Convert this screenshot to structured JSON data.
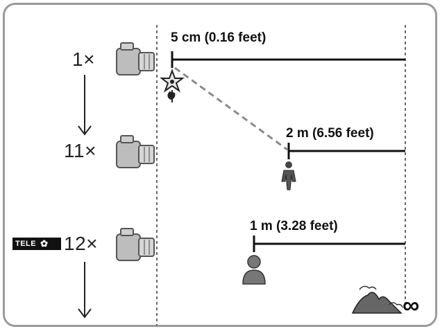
{
  "zoom_levels": {
    "z1": "1×",
    "z11": "11×",
    "z12": "12×"
  },
  "tele_badge": {
    "text": "TELE",
    "icon": "tele-macro-flower-icon"
  },
  "distances": {
    "d1": "5 cm (0.16 feet)",
    "d2": "2 m (6.56 feet)",
    "d3": "1 m (3.28 feet)"
  },
  "infinity_label": "∞",
  "icons": [
    "camera-icon",
    "flower-subject-icon",
    "person-subject-icon",
    "person-head-icon",
    "mountain-icon",
    "arrow-down-icon"
  ],
  "colors": {
    "line": "#111111",
    "dashed": "#888888",
    "frame": "#9a9a9a",
    "camera": "#777777"
  }
}
